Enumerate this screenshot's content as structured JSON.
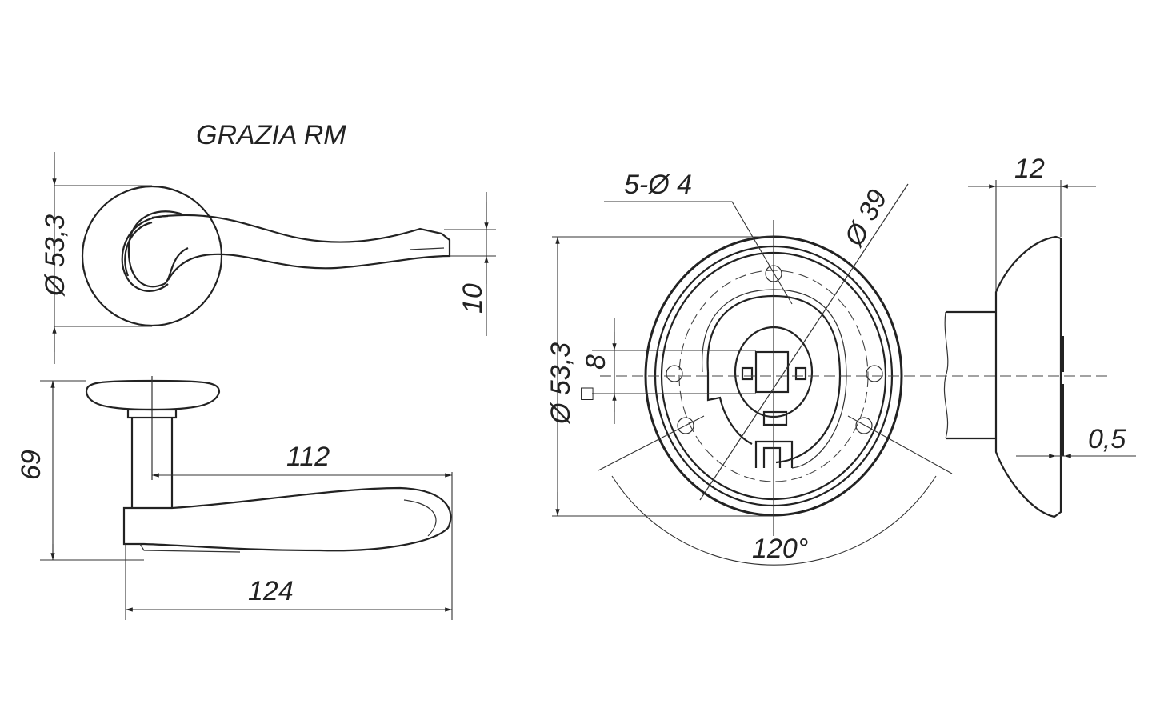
{
  "title": "GRAZIA RM",
  "dimensions": {
    "rosette_diameter_top": "Ø 53,3",
    "lever_thickness": "10",
    "projection": "69",
    "lever_reach": "112",
    "lever_length": "124",
    "holes": "5-Ø 4",
    "bolt_circle": "Ø 39",
    "spindle": "8",
    "spindle_square": "□",
    "rosette_diameter_front": "Ø 53,3",
    "angle": "120°",
    "rosette_height": "12",
    "gap": "0,5"
  },
  "colors": {
    "line": "#222222",
    "background": "#ffffff"
  }
}
